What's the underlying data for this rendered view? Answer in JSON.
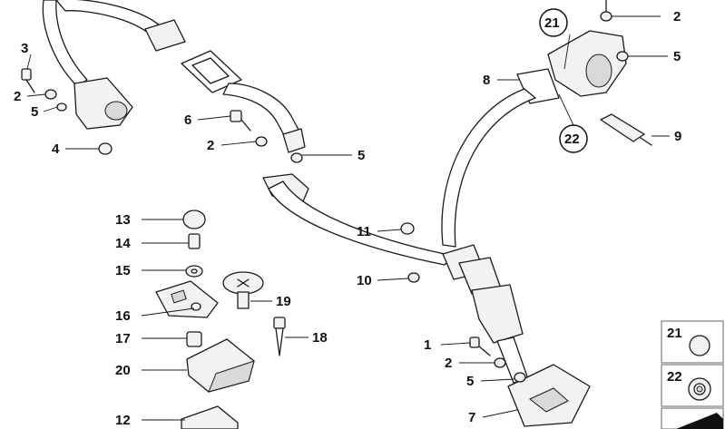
{
  "callouts": {
    "c3a": "3",
    "c2a": "2",
    "c5a": "5",
    "c4": "4",
    "c6": "6",
    "c2b": "2",
    "c5b": "5",
    "c21": "21",
    "c2c": "2",
    "c5c": "5",
    "c8": "8",
    "c22": "22",
    "c9": "9",
    "c11": "11",
    "c10": "10",
    "c13": "13",
    "c14": "14",
    "c15": "15",
    "c16": "16",
    "c17": "17",
    "c20": "20",
    "c12": "12",
    "c19": "19",
    "c18": "18",
    "c1": "1",
    "c2d": "2",
    "c5d": "5",
    "c7": "7"
  },
  "legend": {
    "item21": "21",
    "item22": "22"
  },
  "colors": {
    "line": "#1a1a1a",
    "background": "#ffffff"
  }
}
